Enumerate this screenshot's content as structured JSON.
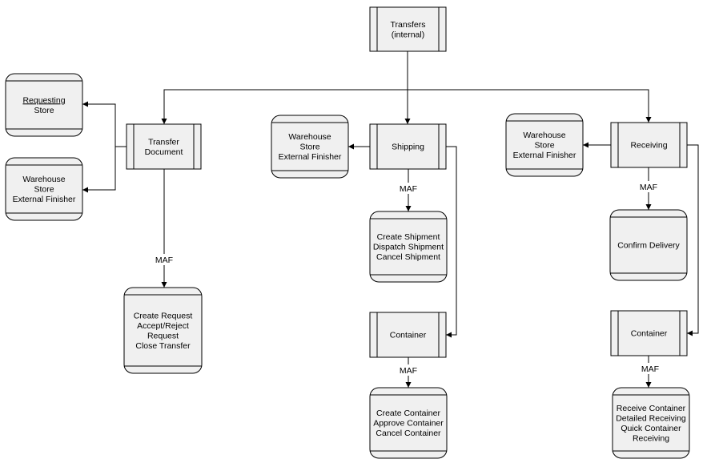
{
  "diagram": {
    "nodes": [
      {
        "id": "transfers",
        "kind": "process",
        "lines": [
          "Transfers",
          "(internal)"
        ]
      },
      {
        "id": "transfer-document",
        "kind": "process",
        "lines": [
          "Transfer",
          "Document"
        ]
      },
      {
        "id": "shipping",
        "kind": "process",
        "lines": [
          "Shipping"
        ]
      },
      {
        "id": "receiving",
        "kind": "process",
        "lines": [
          "Receiving"
        ]
      },
      {
        "id": "container-shipping",
        "kind": "process",
        "lines": [
          "Container"
        ]
      },
      {
        "id": "container-receiving",
        "kind": "process",
        "lines": [
          "Container"
        ]
      },
      {
        "id": "requesting-store",
        "kind": "store",
        "lines": [
          "Requesting",
          "Store"
        ],
        "underline_first": true
      },
      {
        "id": "wh-store-left",
        "kind": "store",
        "lines": [
          "Warehouse",
          "Store",
          "External Finisher"
        ]
      },
      {
        "id": "wh-store-shipping",
        "kind": "store",
        "lines": [
          "Warehouse",
          "Store",
          "External Finisher"
        ]
      },
      {
        "id": "wh-store-receiving",
        "kind": "store",
        "lines": [
          "Warehouse",
          "Store",
          "External Finisher"
        ]
      },
      {
        "id": "transfer-actions",
        "kind": "store",
        "lines": [
          "Create Request",
          "Accept/Reject",
          "Request",
          "Close Transfer"
        ]
      },
      {
        "id": "shipment-actions",
        "kind": "store",
        "lines": [
          "Create Shipment",
          "Dispatch Shipment",
          "Cancel Shipment"
        ]
      },
      {
        "id": "confirm-delivery",
        "kind": "store",
        "lines": [
          "Confirm Delivery"
        ]
      },
      {
        "id": "container-ship-actions",
        "kind": "store",
        "lines": [
          "Create Container",
          "Approve Container",
          "Cancel Container"
        ]
      },
      {
        "id": "container-recv-actions",
        "kind": "store",
        "lines": [
          "Receive Container",
          "Detailed Receiving",
          "Quick Container",
          "Receiving"
        ]
      }
    ],
    "edges": [
      {
        "id": "e-transfers-docs",
        "from": "transfers",
        "to": "transfer-document",
        "label": ""
      },
      {
        "id": "e-transfers-shipping",
        "from": "transfers",
        "to": "shipping",
        "label": ""
      },
      {
        "id": "e-transfers-receiving",
        "from": "transfers",
        "to": "receiving",
        "label": ""
      },
      {
        "id": "e-doc-requesting",
        "from": "transfer-document",
        "to": "requesting-store",
        "label": ""
      },
      {
        "id": "e-doc-whleft",
        "from": "transfer-document",
        "to": "wh-store-left",
        "label": ""
      },
      {
        "id": "e-doc-actions",
        "from": "transfer-document",
        "to": "transfer-actions",
        "label": "MAF"
      },
      {
        "id": "e-ship-wh",
        "from": "shipping",
        "to": "wh-store-shipping",
        "label": ""
      },
      {
        "id": "e-ship-actions",
        "from": "shipping",
        "to": "shipment-actions",
        "label": "MAF"
      },
      {
        "id": "e-ship-container",
        "from": "shipping",
        "to": "container-shipping",
        "label": ""
      },
      {
        "id": "e-cship-actions",
        "from": "container-shipping",
        "to": "container-ship-actions",
        "label": "MAF"
      },
      {
        "id": "e-recv-wh",
        "from": "receiving",
        "to": "wh-store-receiving",
        "label": ""
      },
      {
        "id": "e-recv-confirm",
        "from": "receiving",
        "to": "confirm-delivery",
        "label": "MAF"
      },
      {
        "id": "e-recv-container",
        "from": "receiving",
        "to": "container-receiving",
        "label": ""
      },
      {
        "id": "e-crecv-actions",
        "from": "container-receiving",
        "to": "container-recv-actions",
        "label": "MAF"
      }
    ]
  }
}
